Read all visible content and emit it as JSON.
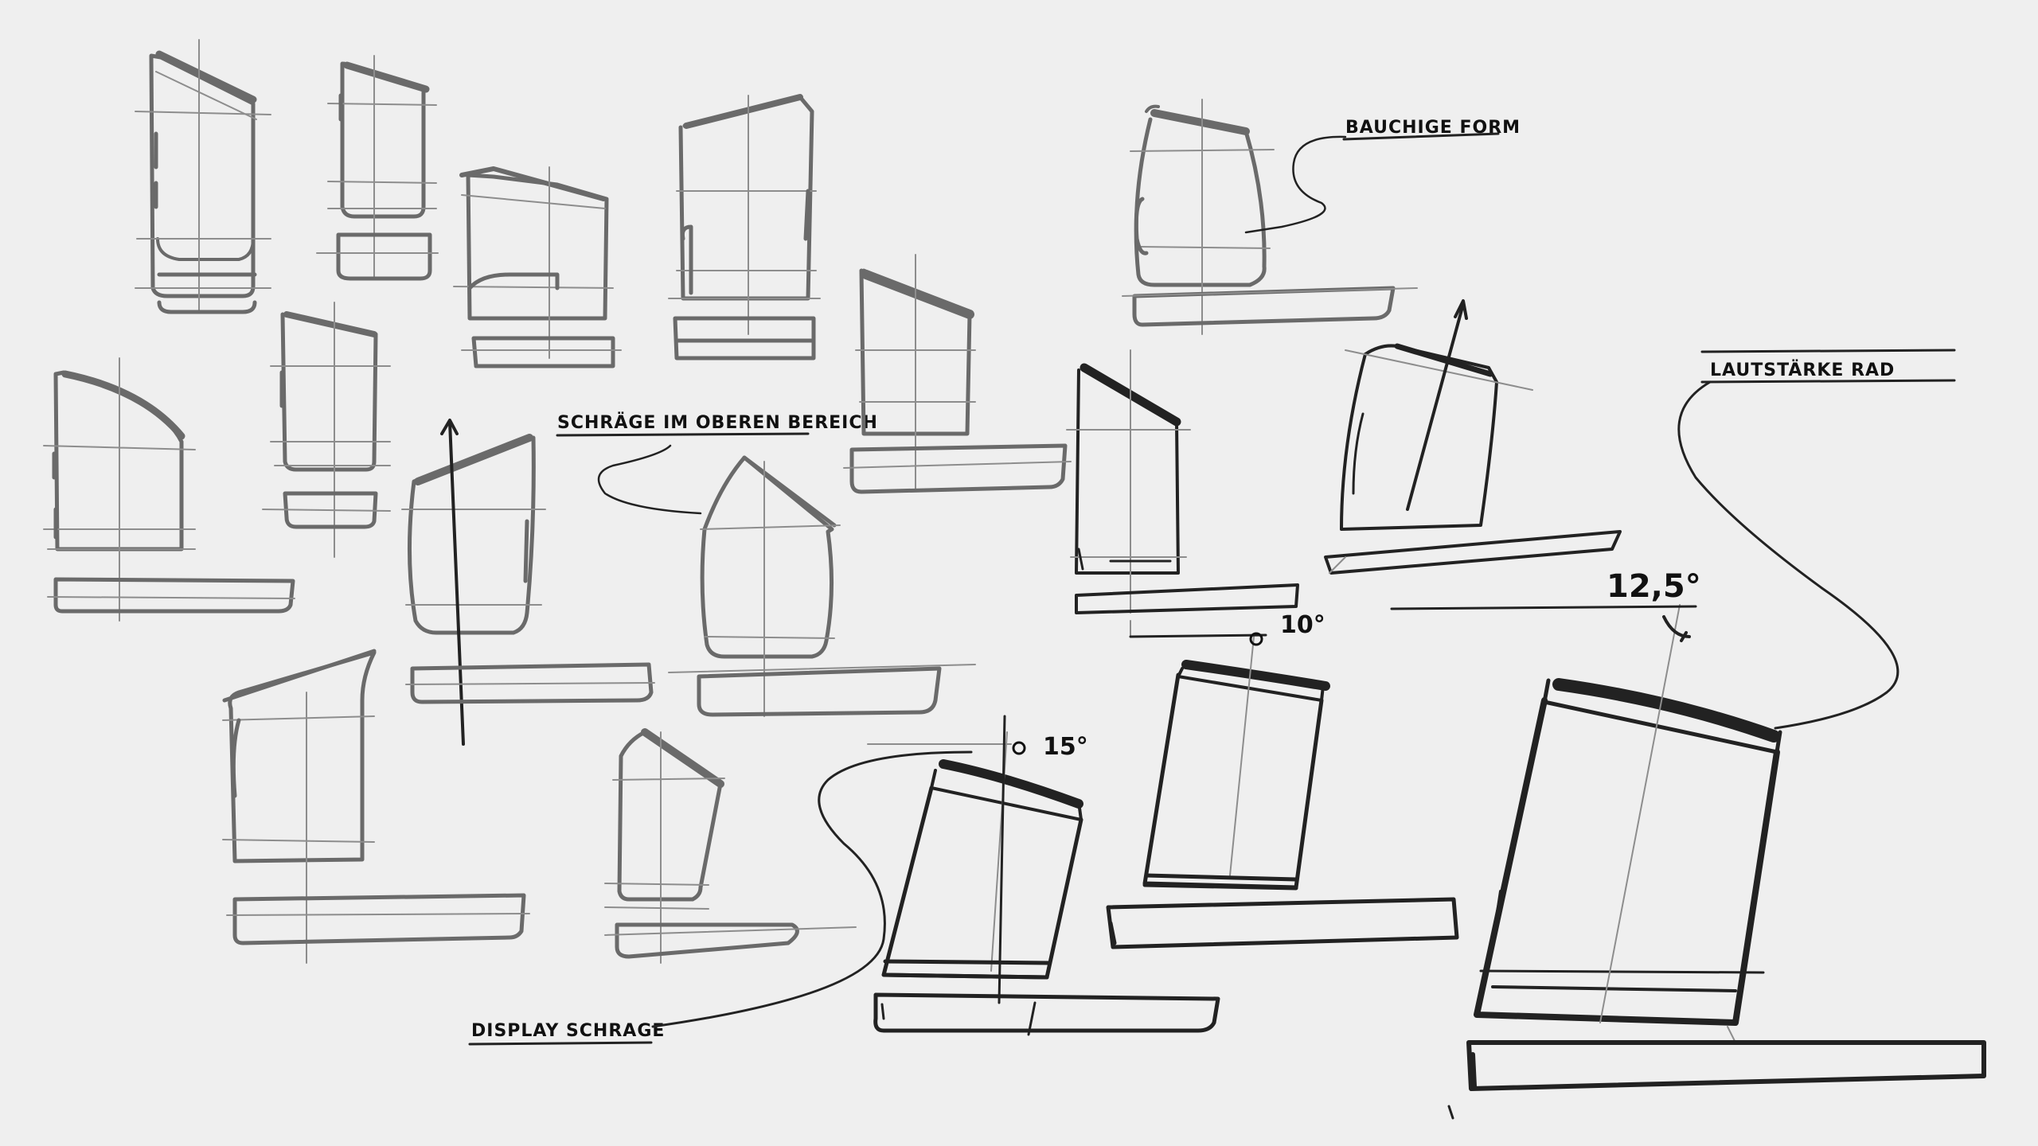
{
  "annotations": {
    "bauchige_form": "BAUCHIGE FORM",
    "schraege_oben": "SCHRÄGE IM OBEREN BEREICH",
    "lautstaerke_rad": "LAUTSTÄRKE RAD",
    "display_schraege": "DISPLAY SCHRAGE"
  },
  "angles": {
    "angle_15": "15°",
    "angle_10": "10°",
    "angle_12_5": "12,5°"
  }
}
